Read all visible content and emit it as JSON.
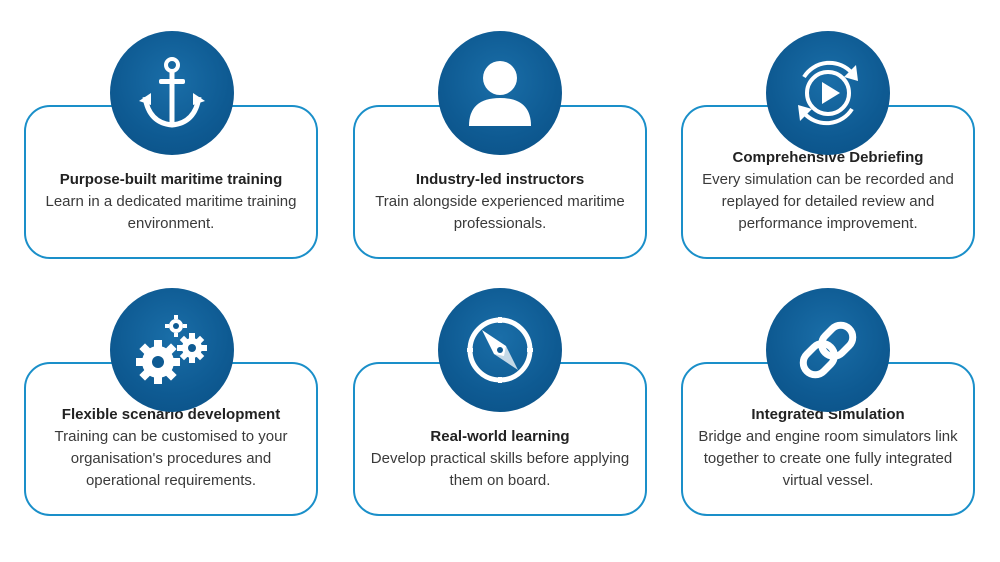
{
  "features": [
    {
      "title": "Purpose-built maritime training",
      "description": "Learn in a dedicated maritime training environment.",
      "icon": "anchor-icon"
    },
    {
      "title": "Industry-led instructors",
      "description": "Train alongside experienced maritime professionals.",
      "icon": "user-icon"
    },
    {
      "title": "Comprehensive Debriefing",
      "description": "Every simulation can be recorded and replayed for detailed review and performance improvement.",
      "icon": "replay-icon"
    },
    {
      "title": "Flexible scenario development",
      "description": "Training can be customised to your organisation's procedures and operational requirements.",
      "icon": "gears-icon"
    },
    {
      "title": "Real-world learning",
      "description": "Develop practical skills before applying them on board.",
      "icon": "compass-icon"
    },
    {
      "title": "Integrated Simulation",
      "description": "Bridge and engine room simulators link together to create one fully integrated virtual vessel.",
      "icon": "link-icon"
    }
  ],
  "colors": {
    "accent": "#1a8fc9",
    "badge": "#0e5a92",
    "icon": "#ffffff"
  }
}
